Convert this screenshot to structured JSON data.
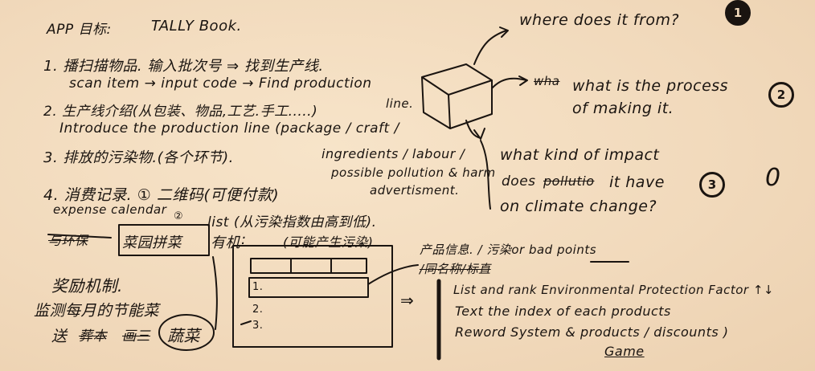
{
  "title": {
    "label": "APP 目标:",
    "name": "TALLY Book."
  },
  "items": {
    "i1": {
      "cn": "1. 播扫描物品. 输入批次号 ⇒ 找到生产线.",
      "en": "scan item → input code → Find production"
    },
    "i1_cont": "line.",
    "i2": {
      "cn": "2. 生产线介绍(从包装、物品,工艺.手工.....)",
      "en": "Introduce the production line (package / craft /"
    },
    "i2_extra": [
      "ingredients / labour /",
      "possible pollution & harm",
      "advertisment."
    ],
    "i3": {
      "cn": "3. 排放的污染物.(各个环节)."
    },
    "i4": {
      "cn": "4. 消费记录. ① 二维码(可便付款)",
      "en": "expense calendar",
      "list": "list (从污染指数由高到低)."
    }
  },
  "questions": [
    {
      "text": "where does it from?",
      "badge": "1"
    },
    {
      "text_strike": "wha",
      "text": "what is the process",
      "text2": "of making it.",
      "badge": "2"
    },
    {
      "text": "what kind of impact",
      "text_strike": "pollutio",
      "text2": "does",
      "text3": "it have",
      "text4": "on climate change?",
      "badge": "3",
      "extra": "0"
    }
  ],
  "lower": {
    "strike1": "与环保",
    "box_label_a": "菜园拼菜",
    "box_label_b": "有机",
    "colon": ":",
    "paren": "(可能产生污染)",
    "reward": "奖励机制.",
    "monitor": "监测每月的节能菜",
    "send": "送",
    "send_strike1": "葬本",
    "send_strike2": "画三",
    "veg": "蔬菜",
    "badge2": "②",
    "rows": [
      "1.",
      "2.",
      "3."
    ],
    "arrow": "⇒"
  },
  "right_bottom": {
    "info": "产品信息. / 污染or bad points",
    "info_strike": "/同名称/标直",
    "lines": [
      "List and rank Environmental Protection Factor ↑↓",
      "Text the index of each products",
      "Reword System & products / discounts )"
    ],
    "game": "Game"
  }
}
